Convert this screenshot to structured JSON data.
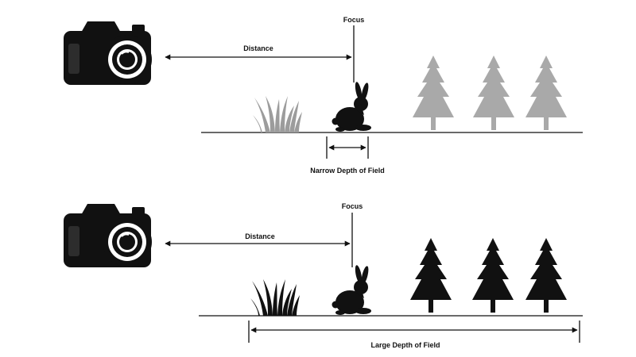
{
  "top_panel": {
    "focus_label": "Focus",
    "distance_label": "Distance",
    "depth_label": "Narrow Depth of Field",
    "background_tone": "#a9a9a9"
  },
  "bottom_panel": {
    "focus_label": "Focus",
    "distance_label": "Distance",
    "depth_label": "Large Depth of Field",
    "background_tone": "#111111"
  },
  "colors": {
    "ink": "#111111",
    "blurred": "#a9a9a9",
    "background": "#ffffff"
  },
  "icons": [
    "camera-icon",
    "grass-icon",
    "rabbit-icon",
    "tree-icon"
  ]
}
